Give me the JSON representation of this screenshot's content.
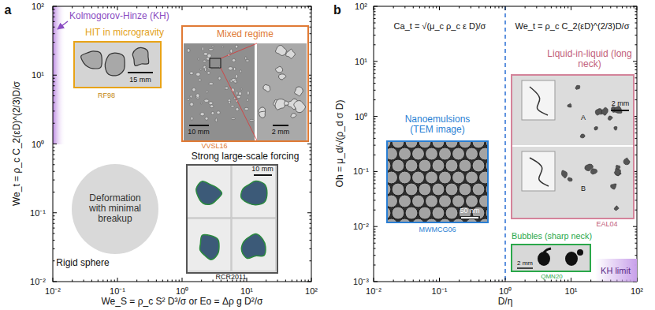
{
  "diagram": {
    "nodes": [
      {
        "text": [
          "HIT in microgravity",
          "15 mm",
          "RF98"
        ]
      },
      {
        "text": [
          "Mixed regime",
          "10 mm",
          "2 mm",
          "VVSL16"
        ]
      },
      {
        "text": [
          "Deformation with minimal breakup"
        ]
      },
      {
        "text": [
          "Strong large-scale forcing",
          "10 mm",
          "RCR2011"
        ]
      },
      {
        "text": [
          "Nanoemulsions (TEM image)",
          "50 nm",
          "MWMCG06"
        ]
      },
      {
        "text": [
          "Liquid-in-liquid (long neck)",
          "2 mm",
          "A",
          "B",
          "EAL04"
        ]
      },
      {
        "text": [
          "Bubbles (sharp neck)",
          "2 mm",
          "QMN20"
        ]
      },
      {
        "text": [
          "KH limit"
        ]
      }
    ],
    "labels": [
      "a",
      "Kolmogorov-Hinze (KH)",
      "Rigid sphere",
      "We_t = ρ_c C_2(εD)^(2/3)D/σ",
      "We_S = ρ_c S² D³/σ or Eo = Δρ g D²/σ",
      "10⁻²",
      "10⁻¹",
      "10⁰",
      "10¹",
      "10²",
      "10²",
      "10¹",
      "10⁰",
      "10⁻¹",
      "10⁻²",
      "b",
      "Ca_t = √(μ_c ρ_c ε D)/σ",
      "We_t = ρ_c C_2(εD)^(2/3)D/σ",
      "Oh = μ_d/√(ρ_d σ D)",
      "D/η",
      "10⁻²",
      "10⁻¹",
      "10⁰",
      "10¹",
      "10²",
      "10²",
      "10¹",
      "10⁰",
      "10⁻¹",
      "10⁻²",
      "10⁻³"
    ]
  }
}
